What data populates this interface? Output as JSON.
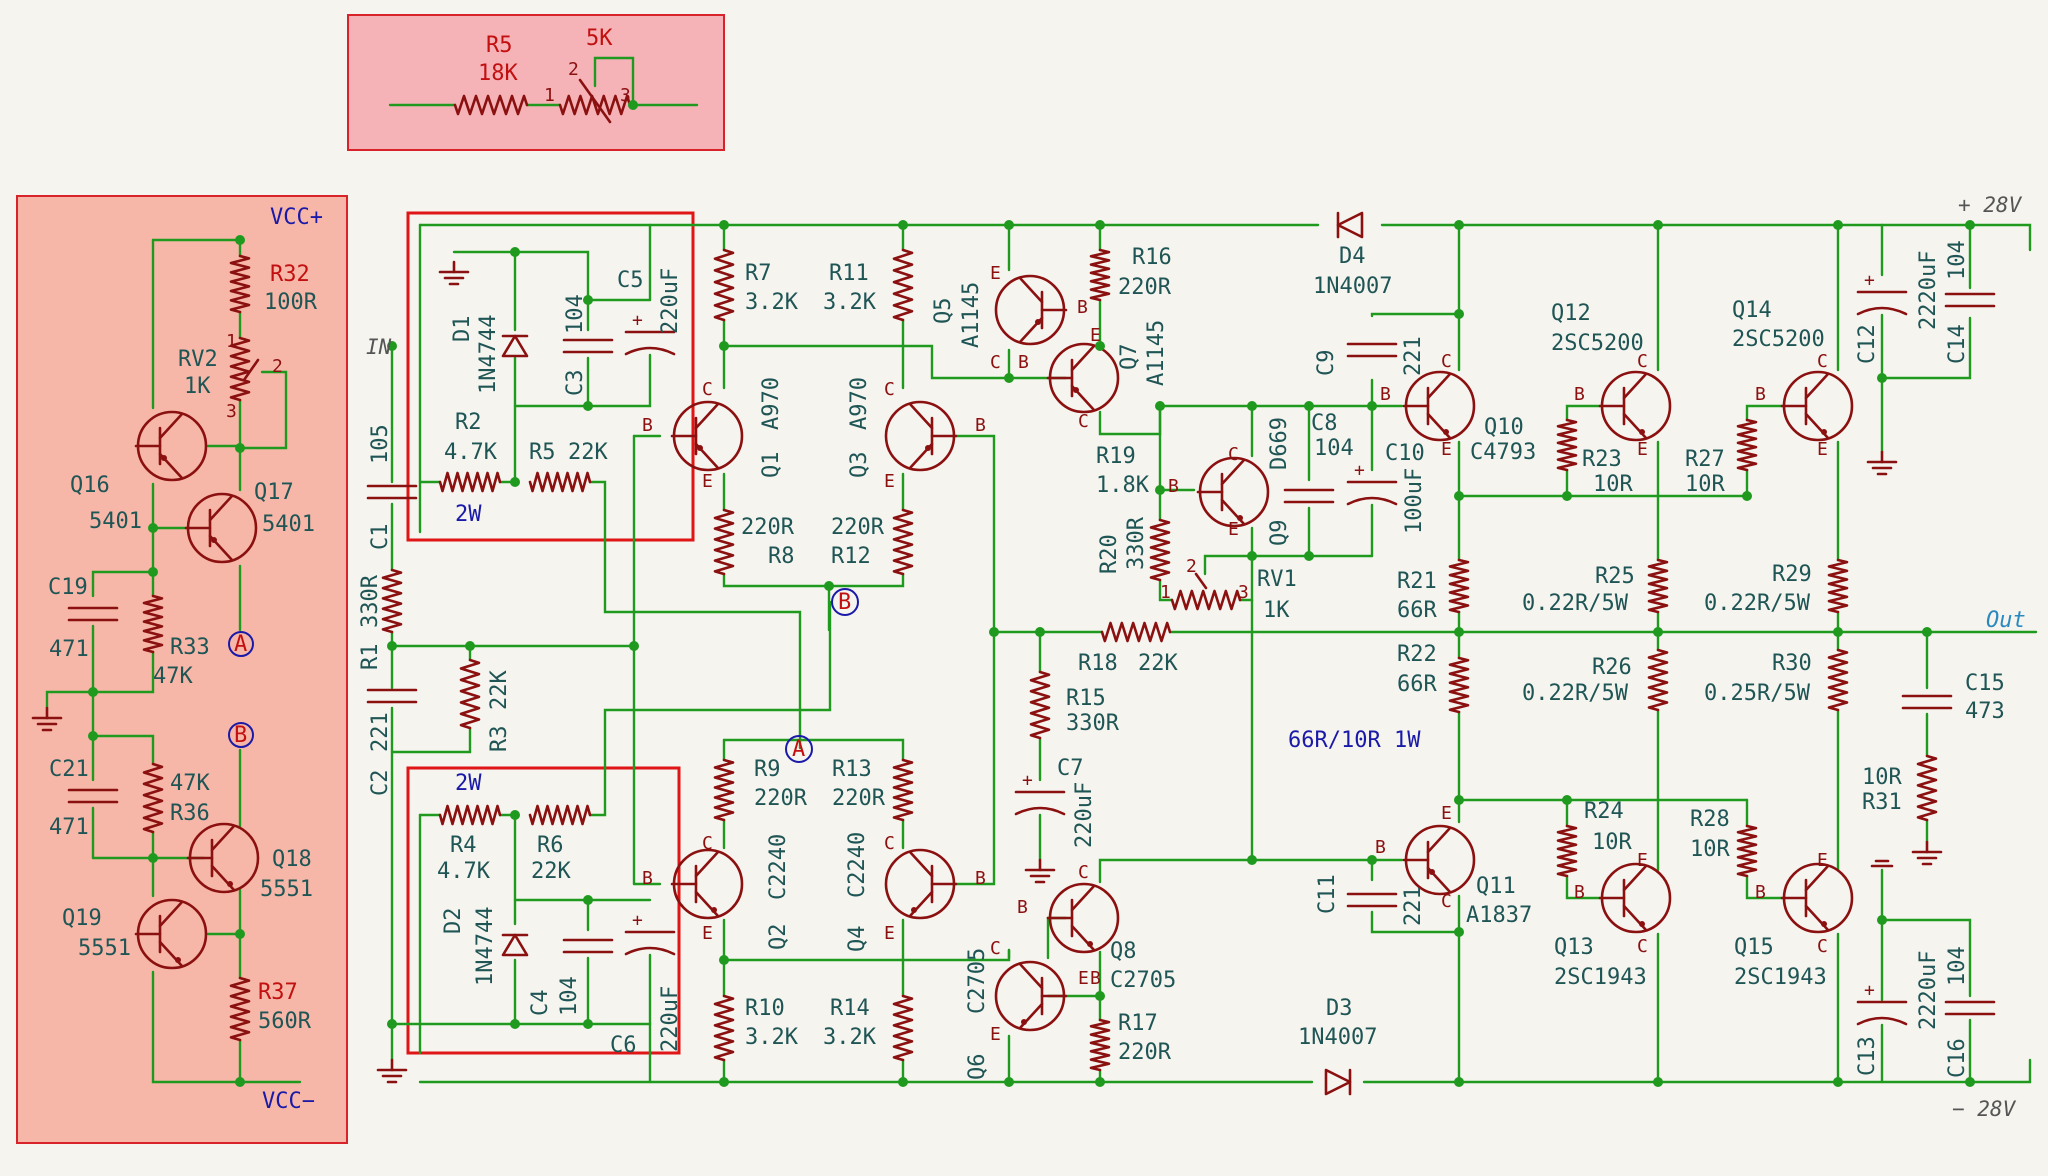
{
  "colors": {
    "wire": "#1f9a1f",
    "component": "#8b1010",
    "text": "#1f5555",
    "red_box": "#e01515",
    "sub_panel": "#f7b7a8",
    "inset_panel": "#f5b3b8"
  },
  "inset": {
    "r_ref": "R5",
    "r_val": "18K",
    "pot_val": "5K",
    "pin1": "1",
    "pin2": "2",
    "pin3": "3"
  },
  "bias_panel": {
    "vcc_plus": "VCC+",
    "vcc_minus": "VCC−",
    "r32": "R32",
    "r32_val": "100R",
    "rv2": "RV2",
    "rv2_val": "1K",
    "q16": "Q16",
    "q16_val": "5401",
    "q17": "Q17",
    "q17_val": "5401",
    "c19": "C19",
    "c19_val": "471",
    "r33": "R33",
    "r33_val": "47K",
    "c21": "C21",
    "c21_val": "471",
    "r36": "R36",
    "r36_val": "47K",
    "q18": "Q18",
    "q18_val": "5551",
    "q19": "Q19",
    "q19_val": "5551",
    "r37": "R37",
    "r37_val": "560R",
    "node_a": "A",
    "node_b": "B",
    "pin_1": "1",
    "pin_2": "2",
    "pin_3": "3"
  },
  "rails": {
    "pos": "+ 28V",
    "neg": "− 28V",
    "in": "IN",
    "out": "Out",
    "note": "66R/10R 1W"
  },
  "components": {
    "c1": "C1",
    "c1_val": "105",
    "r1": "R1",
    "r1_val": "330R",
    "c2": "C2",
    "c2_val": "221",
    "r3": "R3",
    "r3_val": "22K",
    "d1": "D1",
    "d1_val": "1N4744",
    "c3": "C3",
    "c3_val": "104",
    "c5": "C5",
    "c5_val": "220uF",
    "r2": "R2",
    "r2_val": "4.7K",
    "r2_note": "2W",
    "r5": "R5",
    "r5_val": "22K",
    "r4": "R4",
    "r4_val": "4.7K",
    "r4_note": "2W",
    "r6": "R6",
    "r6_val": "22K",
    "d2": "D2",
    "d2_val": "1N4744",
    "c4": "C4",
    "c4_val": "104",
    "c6": "C6",
    "c6_val": "220uF",
    "r7": "R7",
    "r7_val": "3.2K",
    "r11": "R11",
    "r11_val": "3.2K",
    "q1": "Q1",
    "q1_val": "A970",
    "q3": "Q3",
    "q3_val": "A970",
    "r8": "R8",
    "r8_val": "220R",
    "r12": "R12",
    "r12_val": "220R",
    "q5": "Q5",
    "q5_val": "A1145",
    "q7": "Q7",
    "q7_val": "A1145",
    "r16": "R16",
    "r16_val": "220R",
    "d4": "D4",
    "d4_val": "1N4007",
    "r19": "R19",
    "r19_val": "1.8K",
    "r20": "R20",
    "r20_val": "330R",
    "q9": "Q9",
    "q9_val": "D669",
    "rv1": "RV1",
    "rv1_val": "1K",
    "c8": "C8",
    "c8_val": "104",
    "c10": "C10",
    "c10_val": "100uF",
    "c9": "C9",
    "c9_val": "221",
    "q10": "Q10",
    "q10_val": "C4793",
    "q12": "Q12",
    "q12_val": "2SC5200",
    "q14": "Q14",
    "q14_val": "2SC5200",
    "r23": "R23",
    "r23_val": "10R",
    "r27": "R27",
    "r27_val": "10R",
    "c12": "C12",
    "c12_val": "2220uF",
    "c14": "C14",
    "c14_val": "104",
    "r21": "R21",
    "r21_val": "66R",
    "r25": "R25",
    "r25_val": "0.22R/5W",
    "r29": "R29",
    "r29_val": "0.22R/5W",
    "r18": "R18",
    "r18_val": "22K",
    "r22": "R22",
    "r22_val": "66R",
    "r26": "R26",
    "r26_val": "0.22R/5W",
    "r30": "R30",
    "r30_val": "0.25R/5W",
    "c15": "C15",
    "c15_val": "473",
    "r31": "R31",
    "r31_val": "10R",
    "r15": "R15",
    "r15_val": "330R",
    "c7": "C7",
    "c7_val": "220uF",
    "r9": "R9",
    "r9_val": "220R",
    "r13": "R13",
    "r13_val": "220R",
    "q2": "Q2",
    "q2_val": "C2240",
    "q4": "Q4",
    "q4_val": "C2240",
    "q6": "Q6",
    "q6_val": "C2705",
    "q8": "Q8",
    "q8_val": "C2705",
    "r10": "R10",
    "r10_val": "3.2K",
    "r14": "R14",
    "r14_val": "3.2K",
    "r17": "R17",
    "r17_val": "220R",
    "d3": "D3",
    "d3_val": "1N4007",
    "c11": "C11",
    "c11_val": "221",
    "q11": "Q11",
    "q11_val": "A1837",
    "r24": "R24",
    "r24_val": "10R",
    "r28": "R28",
    "r28_val": "10R",
    "q13": "Q13",
    "q13_val": "2SC1943",
    "q15": "Q15",
    "q15_val": "2SC1943",
    "c13": "C13",
    "c13_val": "2220uF",
    "c16": "C16",
    "c16_val": "104"
  },
  "pins": {
    "b": "B",
    "c": "C",
    "e": "E",
    "p1": "1",
    "p2": "2",
    "p3": "3"
  }
}
